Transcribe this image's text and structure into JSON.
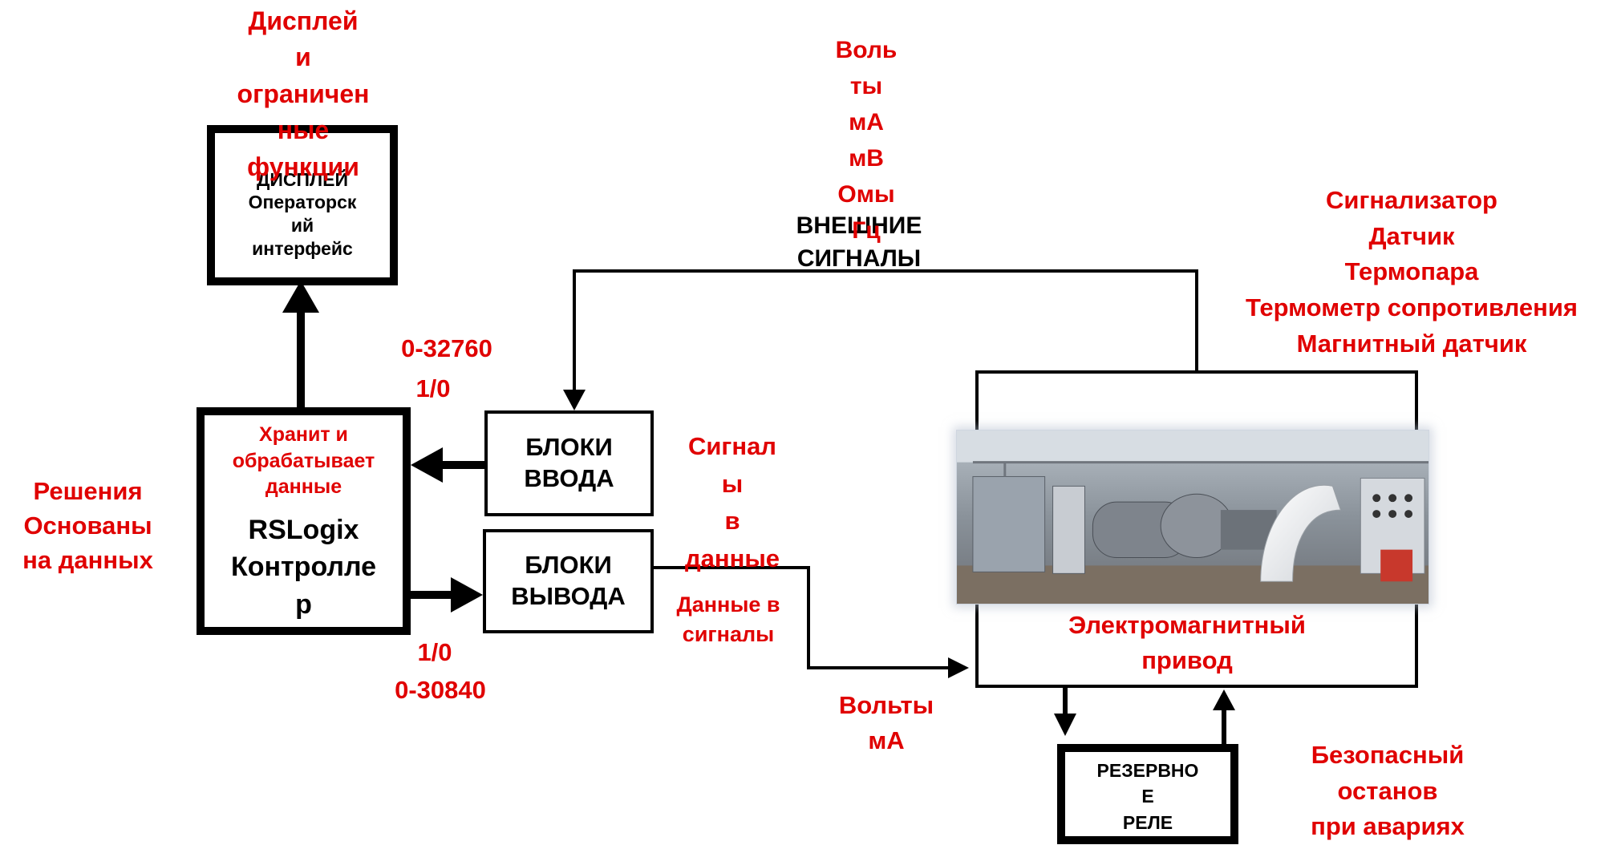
{
  "operator_interface": {
    "lines": "ДИСПЛЕЙ\nОператорск\nий\nинтерфейс"
  },
  "display_functions": {
    "lines": "Дисплей\nи\nограничен\nные\nфункции"
  },
  "external_signals": {
    "lines": "ВНЕШНИЕ\nСИГНАЛЫ"
  },
  "signal_units": {
    "lines": "Воль\nты\nмА\nмВ\nОмы\nГц"
  },
  "sensors": {
    "lines": "Сигнализатор\nДатчик\nТермопара\nТермометр сопротивления\nМагнитный датчик"
  },
  "input_range": {
    "range": "0-32760",
    "io": "1/0"
  },
  "output_range": {
    "io": "1/0",
    "range": "0-30840"
  },
  "input_blocks": {
    "lines": "БЛОКИ\nВВОДА"
  },
  "output_blocks": {
    "lines": "БЛОКИ\nВЫВОДА"
  },
  "controller": {
    "note": "Хранит и\nобрабатывает\nданные",
    "name": "RSLogix\nКонтролле\nр"
  },
  "decisions": {
    "lines": "Решения\nОснованы\nна данных"
  },
  "signals_to_data": {
    "lines": "Сигнал\nы\nв\nданные"
  },
  "data_to_signals": {
    "lines": "Данные в\nсигналы"
  },
  "output_units": {
    "lines": "Вольты\nмА"
  },
  "actuator": {
    "lines": "Электромагнитный\nпривод"
  },
  "backup_relay": {
    "lines": "РЕЗЕРВНО\nЕ\nРЕЛЕ"
  },
  "safe_shutdown": {
    "lines": "Безопасный\nостанов\nпри авариях"
  },
  "colors": {
    "label_red": "#e00000",
    "line_black": "#000000"
  },
  "icons": {
    "photo": "gas-turbine-photo-icon"
  }
}
